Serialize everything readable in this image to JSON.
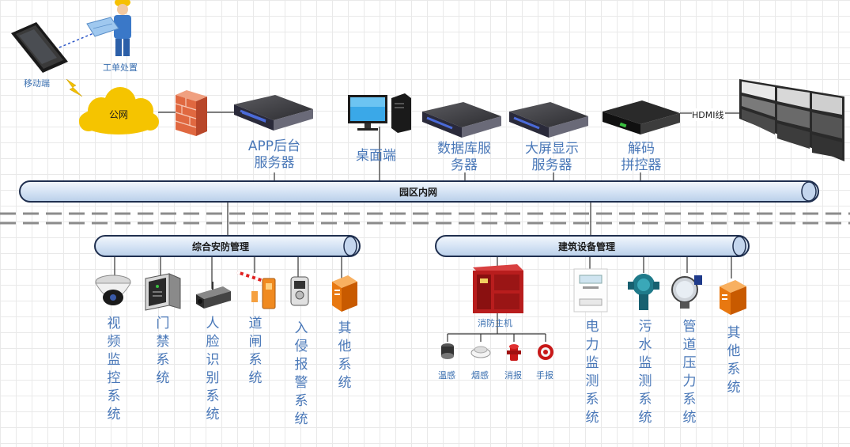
{
  "top": {
    "mobile_label": "移动端",
    "worker_label": "工单处置",
    "public_net": "公网",
    "app_server": "APP后台\n服务器",
    "desktop": "桌面端",
    "db_server": "数据库服\n务器",
    "display_server": "大屏显示\n服务器",
    "decoder": "解码\n拼控器",
    "hdmi": "HDMI线"
  },
  "network": {
    "campus": "园区内网",
    "security": "综合安防管理",
    "building": "建筑设备管理"
  },
  "security_systems": [
    "视频监控系统",
    "门禁系统",
    "人脸识别系统",
    "道闸系统",
    "入侵报警系统",
    "其他系统"
  ],
  "fire": {
    "host": "消防主机",
    "sensors": [
      "温感",
      "烟感",
      "消报",
      "手报"
    ]
  },
  "building_systems": [
    "电力监测系统",
    "污水监测系统",
    "管道压力系统",
    "其他系统"
  ],
  "colors": {
    "bus_fill": "#dce8f6",
    "bus_stroke": "#1f2f4f",
    "label_blue": "#4a78b8",
    "cloud": "#f5c400",
    "fire_red": "#b81d1d"
  }
}
